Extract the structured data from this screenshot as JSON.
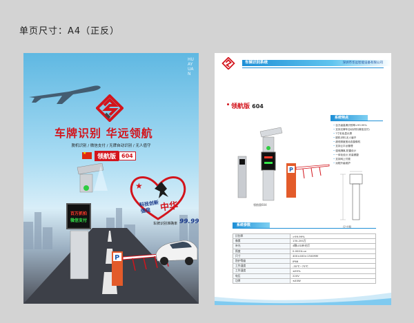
{
  "header": {
    "label": "单页尺寸：A4（正反）"
  },
  "poster": {
    "vertical_brand": "HUAYUAN",
    "slogan": "车牌识别  华远领航",
    "subtitle": "脱机识别 / 微信支付 / 无牌自动识别 / 无人值守",
    "badge_name": "领航版",
    "badge_model": "604",
    "screen_line1": "百万抓拍",
    "screen_line2": "微信支付",
    "heart_line1": "科技创新",
    "heart_line2": "强我",
    "heart_line3": "中华",
    "accuracy_label": "车牌识别准确率",
    "accuracy_value": "99.99%",
    "barrier_letter": "P"
  },
  "brochure": {
    "header_title": "车辆识别系统",
    "company": "深圳市华远智能设备有限公司",
    "product_title": "领航版",
    "product_model": "604",
    "features_heading": "系统特点",
    "features": [
      "百万级高清识别率>99.99%",
      "支持无牌车自动识别(微信支付)",
      "7寸彩色显示屏",
      "脱机识别,无人值守",
      "超低照度宽动态摄像机",
      "支持云平台管理",
      "强电隔离,防雷设计",
      "一体化设计,安装便捷",
      "支持网上付费",
      "远程升级维护"
    ],
    "product_caption": "领航版604",
    "dimension_caption": "尺寸图",
    "specs_heading": "系统参数",
    "specs": [
      [
        "识别率",
        ">99.99%"
      ],
      [
        "像素",
        "130-200万"
      ],
      [
        "补光",
        "4颗LED补光灯"
      ],
      [
        "照度",
        "0.0001Lux"
      ],
      [
        "尺寸",
        "400×400×1300MM"
      ],
      [
        "防护等级",
        "IP66"
      ],
      [
        "工作温度",
        "-35℃~75℃"
      ],
      [
        "工作湿度",
        "≤95%"
      ],
      [
        "电压",
        "220V"
      ],
      [
        "功率",
        "≤40W"
      ]
    ]
  },
  "colors": {
    "brand_red": "#d3141c",
    "brand_blue": "#1e8fd6",
    "navy": "#1b3a8a"
  },
  "icons": [
    "company-logo-icon",
    "china-flag-icon",
    "heart-emblem-icon",
    "airplane-icon"
  ]
}
